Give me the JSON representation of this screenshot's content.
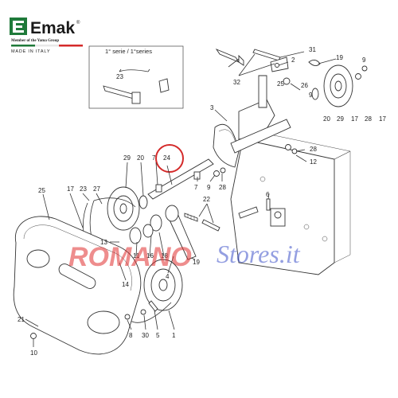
{
  "logo": {
    "brand": "Emak",
    "trademark": "®",
    "member_line": "Member of the Yama Group",
    "made_in": "MADE IN ITALY",
    "colors": {
      "green": "#1f7a3a",
      "red": "#d42a2a",
      "dark": "#1a1a1a"
    }
  },
  "inset": {
    "title": "1° serie / 1°series",
    "labels": [
      "23"
    ]
  },
  "labels": {
    "l31": "31",
    "l2": "2",
    "l19": "19",
    "l32": "32",
    "l26": "26",
    "l25": "25",
    "l9": "9",
    "l17": "17",
    "l28": "28",
    "l20": "20",
    "l29": "29",
    "l3": "3",
    "l12": "12",
    "l24": "24",
    "l7": "7",
    "l27": "27",
    "l22": "22",
    "l6": "6",
    "l13": "13",
    "l11": "11",
    "l16": "16",
    "l18": "18",
    "l14": "14",
    "l4": "4",
    "l8": "8",
    "l30": "30",
    "l5": "5",
    "l1": "1",
    "l21": "21",
    "l10": "10"
  },
  "highlight": {
    "part": "24",
    "color": "#d42a2a"
  },
  "watermark": {
    "word1": "ROMANO",
    "word2": "Stores.it"
  }
}
